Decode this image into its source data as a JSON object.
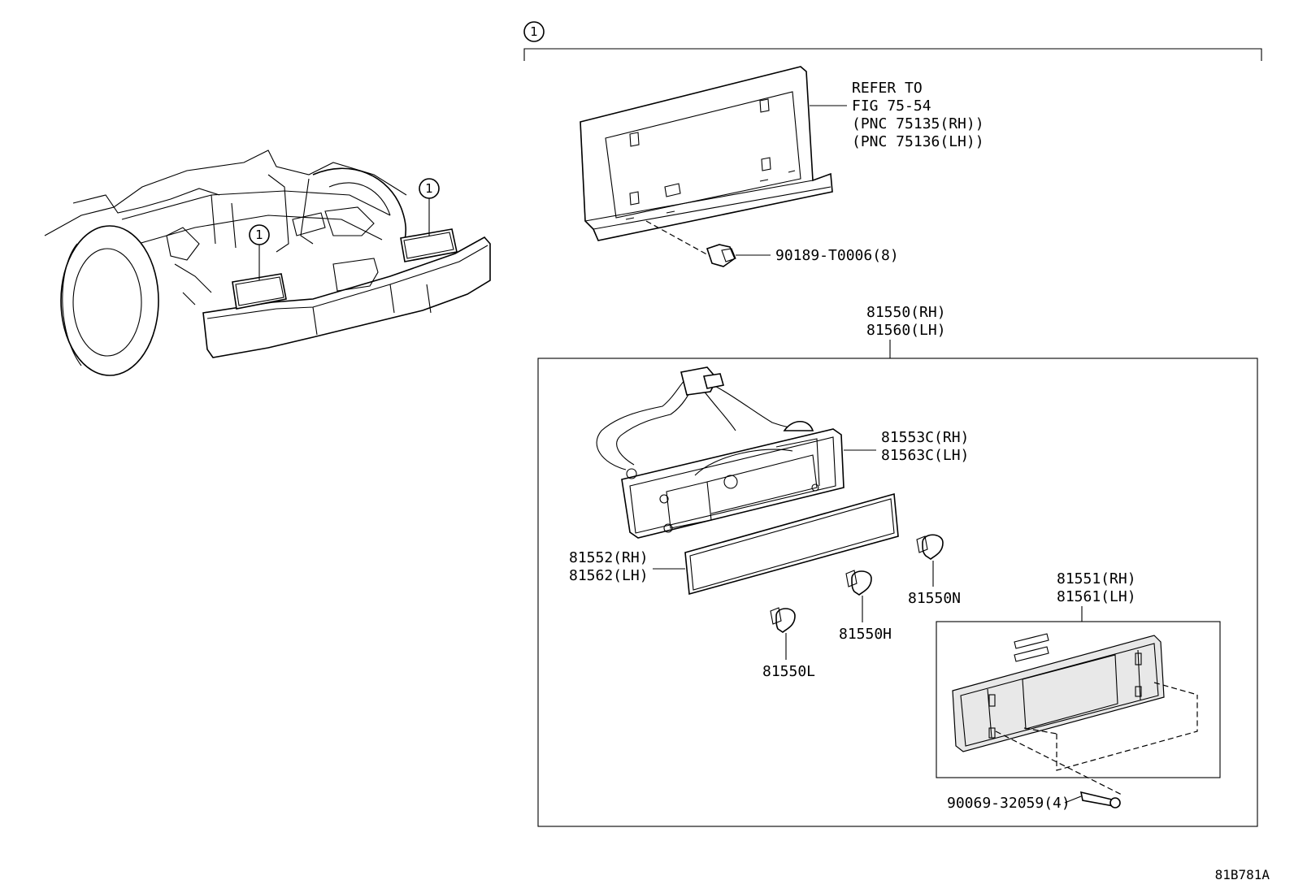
{
  "callouts": {
    "group_number": "1",
    "vehicle_left": "1",
    "vehicle_right": "1"
  },
  "labels": {
    "refer_line1": "REFER TO",
    "refer_line2": "FIG 75-54",
    "refer_line3": "(PNC 75135(RH))",
    "refer_line4": "(PNC 75136(LH))",
    "clip_part": "90189-T0006(8)",
    "assy_rh": "81550(RH)",
    "assy_lh": "81560(LH)",
    "housing_rh": "81553C(RH)",
    "housing_lh": "81563C(LH)",
    "lens_rh": "81552(RH)",
    "lens_lh": "81562(LH)",
    "bulb_n": "81550N",
    "bulb_h": "81550H",
    "bulb_l": "81550L",
    "reflector_rh": "81551(RH)",
    "reflector_lh": "81561(LH)",
    "screw_part": "90069-32059(4)",
    "diagram_code": "81B781A"
  }
}
